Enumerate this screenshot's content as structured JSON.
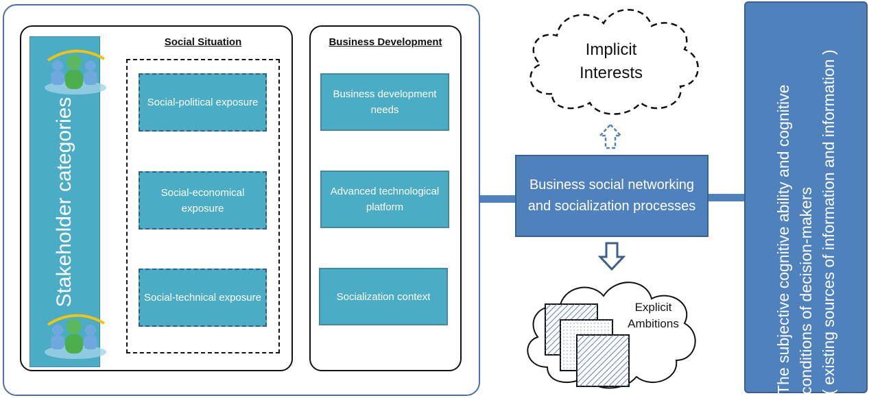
{
  "stakeholder": {
    "label": "Stakeholder categories",
    "icon": "people-group-icon"
  },
  "social_situation": {
    "title": "Social Situation",
    "items": [
      "Social-political exposure",
      "Social-economical exposure",
      "Social-technical exposure"
    ]
  },
  "business_development": {
    "title": "Business Development",
    "items": [
      "Business development needs",
      "Advanced technological platform",
      "Socialization context"
    ]
  },
  "center": {
    "label": "Business social networking and socialization processes"
  },
  "implicit": {
    "label": "Implicit Interests"
  },
  "explicit": {
    "label": "Explicit Ambitions"
  },
  "right_panel": {
    "label": "The subjective cognitive ability and cognitive conditions of decision-makers\n( existing sources of information and information )"
  },
  "colors": {
    "teal": "#4bacc6",
    "blue": "#4f81bd",
    "outline": "#4a6fa5"
  }
}
